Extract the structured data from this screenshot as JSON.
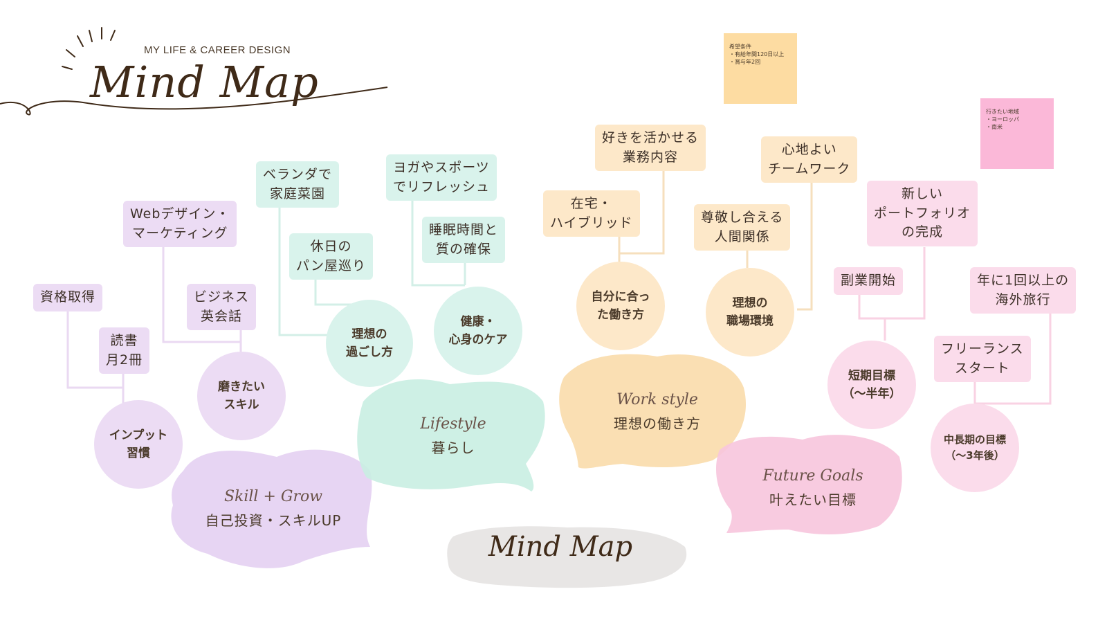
{
  "header": {
    "subtitle": "MY LIFE & CAREER DESIGN",
    "title": "Mind Map"
  },
  "center": {
    "title": "Mind Map"
  },
  "categories": {
    "skill": {
      "en": "Skill + Grow",
      "jp": "自己投資・スキルUP"
    },
    "lifestyle": {
      "en": "Lifestyle",
      "jp": "暮らし"
    },
    "work": {
      "en": "Work style",
      "jp": "理想の働き方"
    },
    "future": {
      "en": "Future Goals",
      "jp": "叶えたい目標"
    }
  },
  "subtopics": {
    "input": "インプット\n習慣",
    "skills": "磨きたい\nスキル",
    "ideal_day": "理想の\n過ごし方",
    "health": "健康・\n心身のケア",
    "work_fit": "自分に合っ\nた働き方",
    "workplace": "理想の\n職場環境",
    "short_term": "短期目標\n（～半年）",
    "long_term": "中長期の目標\n（～3年後）"
  },
  "leaves": {
    "certification": "資格取得",
    "reading": "読書\n月2冊",
    "webdesign": "Webデザイン・\nマーケティング",
    "business_english": "ビジネス\n英会話",
    "veranda": "ベランダで\n家庭菜園",
    "bakery": "休日の\nパン屋巡り",
    "yoga": "ヨガやスポーツ\nでリフレッシュ",
    "sleep": "睡眠時間と\n質の確保",
    "hybrid": "在宅・\nハイブリッド",
    "favorite_work": "好きを活かせる\n業務内容",
    "respect": "尊敬し合える\n人間関係",
    "teamwork": "心地よい\nチームワーク",
    "side_job": "副業開始",
    "portfolio": "新しい\nポートフォリオ\nの完成",
    "travel": "年に1回以上の\n海外旅行",
    "freelance": "フリーランス\nスタート"
  },
  "notes": {
    "conditions": "希望条件\n・有給年間120日以上\n・賞与年2回",
    "destinations": "行きたい地域\n・ヨーロッパ\n・南米"
  },
  "colors": {
    "skill": "#e6d3f2",
    "lifestyle": "#d6f1ea",
    "work": "#fbe5c4",
    "future": "#fbd9e8",
    "center": "#e7e5e4",
    "note_yellow": "#fddca2",
    "note_pink": "#fbb8d8"
  }
}
